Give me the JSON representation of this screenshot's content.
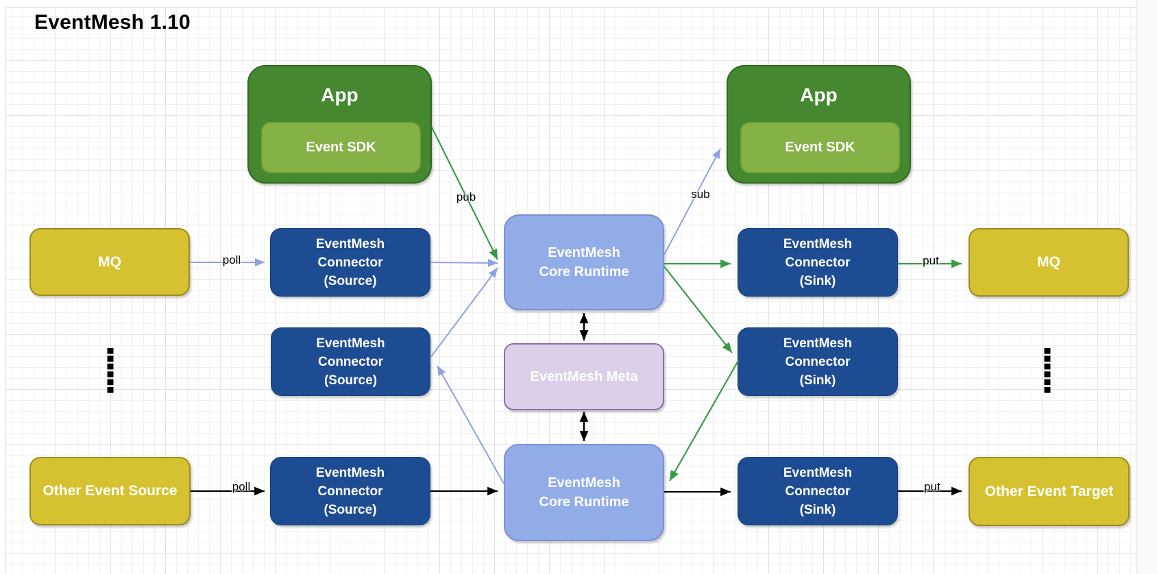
{
  "title": "EventMesh 1.10",
  "nodes": {
    "app_left": {
      "label": "App"
    },
    "sdk_left": {
      "label": "Event SDK"
    },
    "app_right": {
      "label": "App"
    },
    "sdk_right": {
      "label": "Event SDK"
    },
    "mq_left": {
      "label": "MQ"
    },
    "mq_right": {
      "label": "MQ"
    },
    "other_source": {
      "label": "Other Event Source"
    },
    "other_target": {
      "label": "Other Event Target"
    },
    "src_top": {
      "label": "EventMesh\nConnector\n(Source)"
    },
    "src_mid": {
      "label": "EventMesh\nConnector\n(Source)"
    },
    "src_bottom": {
      "label": "EventMesh\nConnector\n(Source)"
    },
    "sink_top": {
      "label": "EventMesh\nConnector\n(Sink)"
    },
    "sink_mid": {
      "label": "EventMesh\nConnector\n(Sink)"
    },
    "sink_bottom": {
      "label": "EventMesh\nConnector\n(Sink)"
    },
    "core_top": {
      "label": "EventMesh\nCore Runtime"
    },
    "core_bottom": {
      "label": "EventMesh\nCore Runtime"
    },
    "meta": {
      "label": "EventMesh Meta"
    }
  },
  "edge_labels": {
    "pub": "pub",
    "sub": "sub",
    "poll_top": "poll",
    "poll_bottom": "poll",
    "put_top": "put",
    "put_bottom": "put"
  },
  "colors": {
    "connector_navy": "#1E4C92",
    "core_runtime_blue": "#92ACE8",
    "meta_lavender": "#DCD0E8",
    "meta_border_purple": "#8E6CA8",
    "mq_yellow": "#D6C230",
    "app_green": "#45882F",
    "sdk_light_green": "#85B246",
    "arrow_green": "#389B44",
    "arrow_blue": "#8CA2E2",
    "arrow_black": "#000000"
  }
}
